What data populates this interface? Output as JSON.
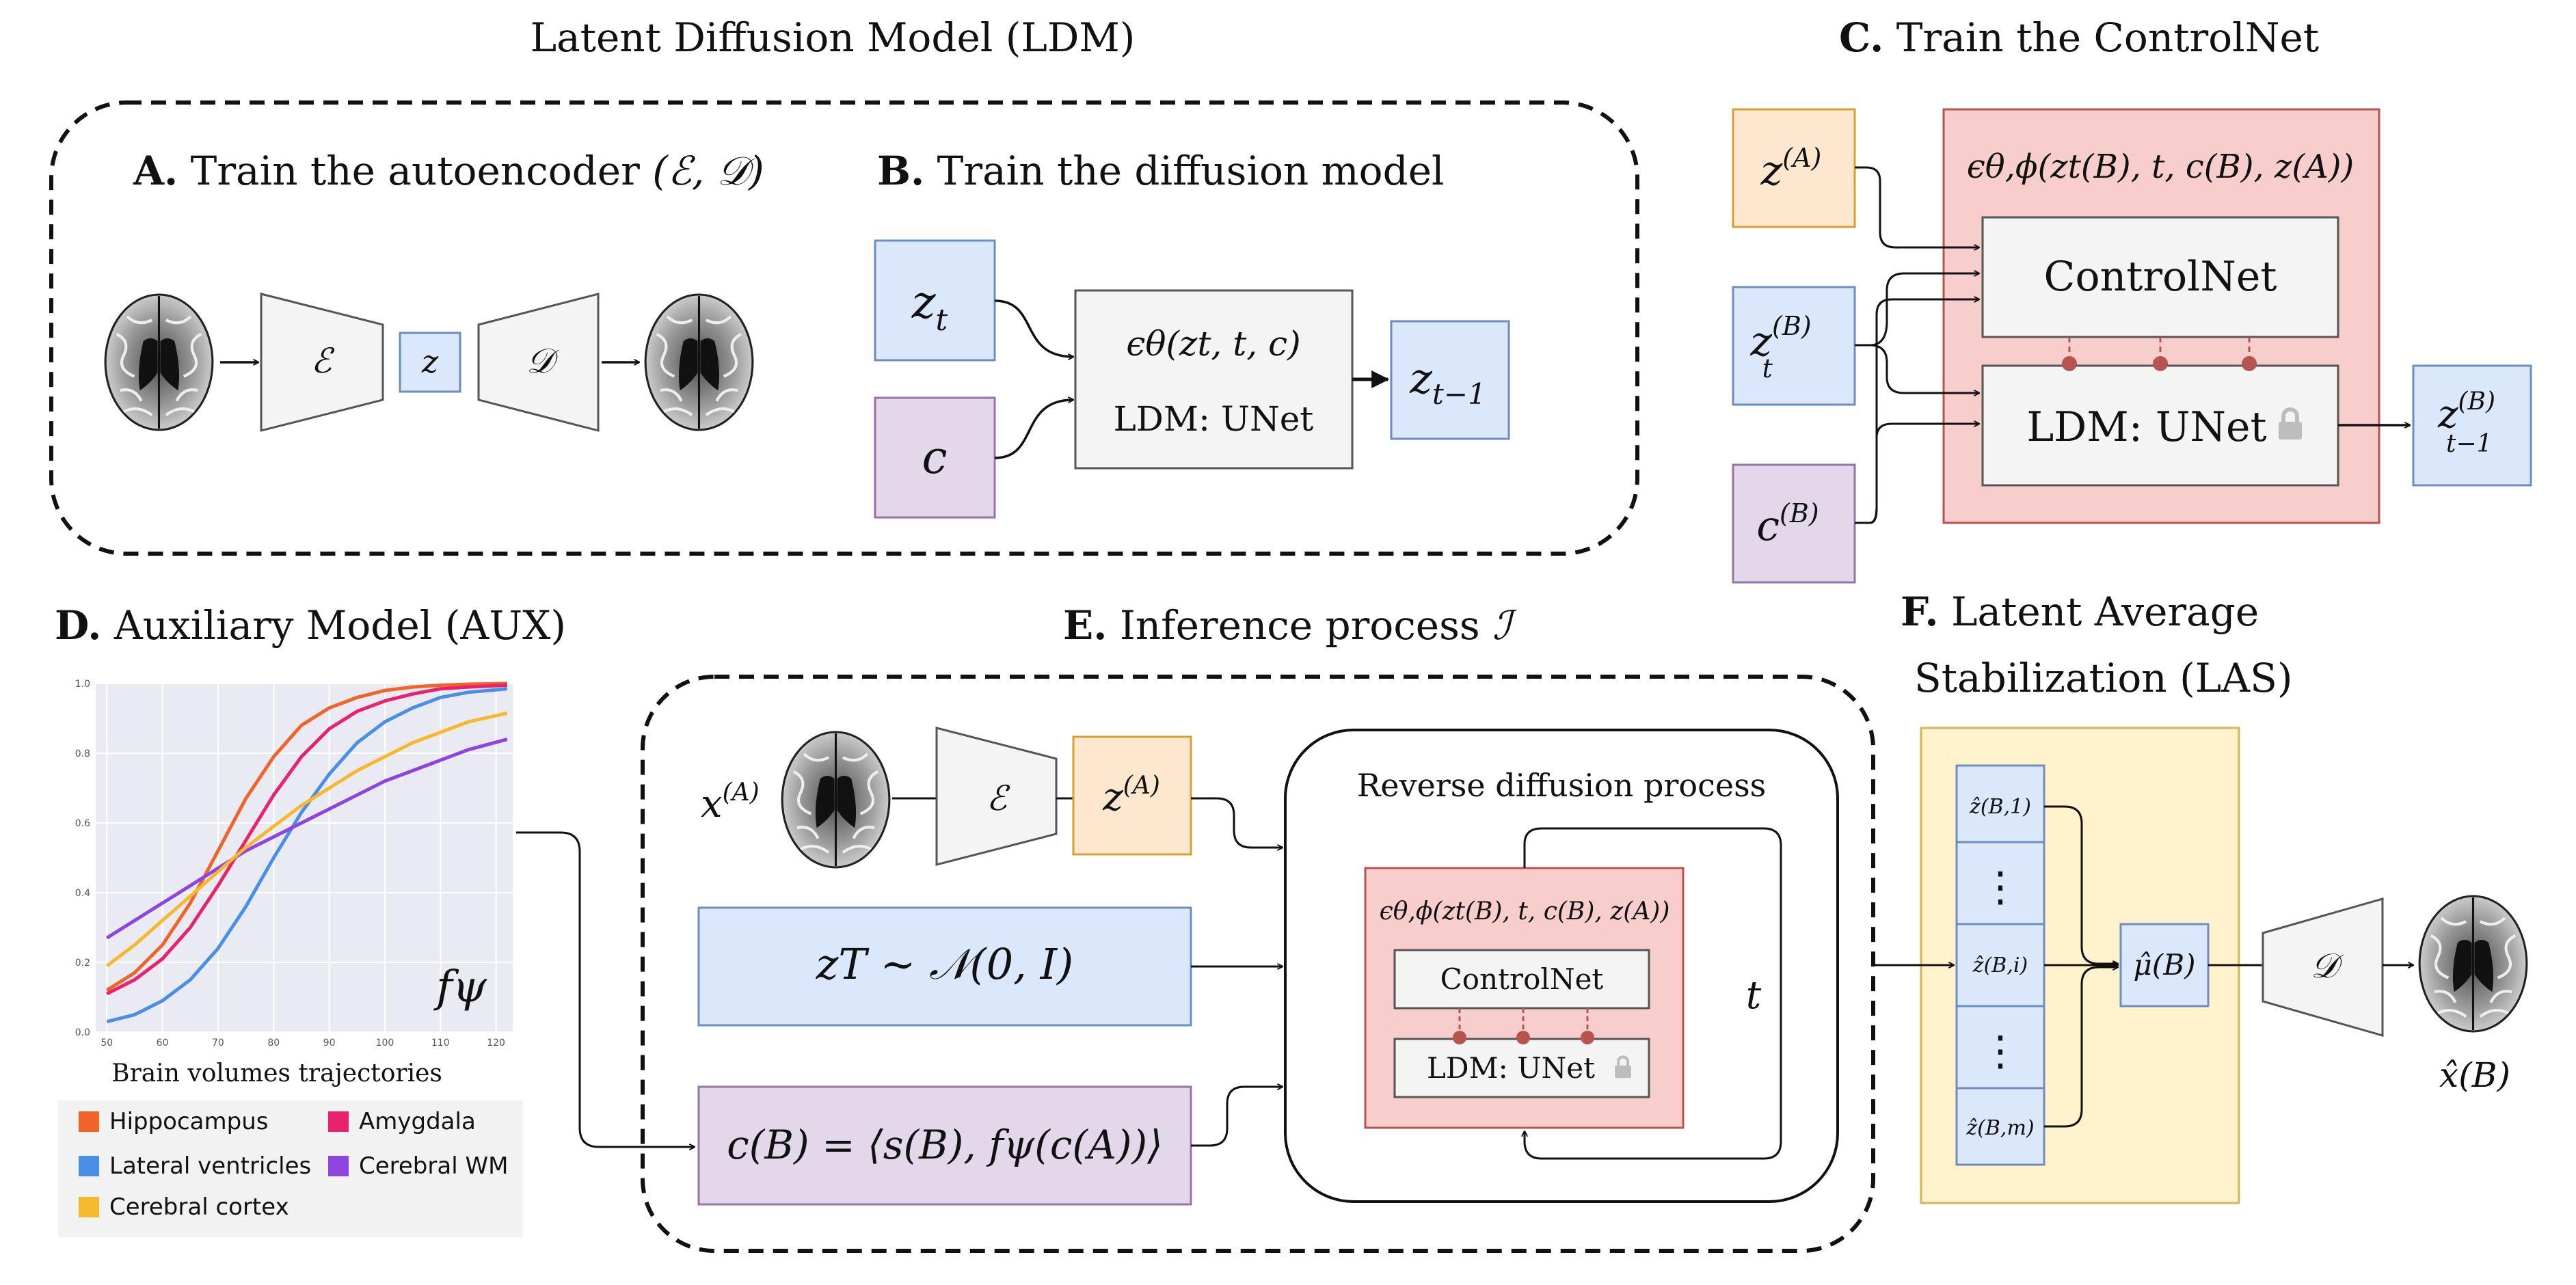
{
  "titles": {
    "ldm": "Latent Diffusion Model (LDM)",
    "a_letter": "A.",
    "a_text": "Train the autoencoder",
    "a_math": "(ℰ, 𝒟)",
    "b_letter": "B.",
    "b_text": "Train the diffusion model",
    "c_letter": "C.",
    "c_text": "Train the ControlNet",
    "d_letter": "D.",
    "d_text": "Auxiliary Model  (AUX)",
    "e_letter": "E.",
    "e_text": "Inference process",
    "e_math": "ℐ",
    "f_letter": "F.",
    "f_text_1": "Latent Average",
    "f_text_2": "Stabilization (LAS)"
  },
  "panel_a": {
    "encoder": "ℰ",
    "latent": "z",
    "decoder": "𝒟"
  },
  "panel_b": {
    "zt": "z",
    "zt_sub": "t",
    "c": "c",
    "unet_formula": "ϵθ(zt, t, c)",
    "unet_label": "LDM: UNet",
    "out": "z",
    "out_sub": "t−1"
  },
  "panel_c": {
    "za": "z",
    "za_sup": "(A)",
    "ztb": "z",
    "ztb_sup": "(B)",
    "ztb_sub": "t",
    "cb": "c",
    "cb_sup": "(B)",
    "formula": "ϵθ,ϕ(zt(B), t, c(B), z(A))",
    "controlnet": "ControlNet",
    "unet": "LDM: UNet",
    "out": "z",
    "out_sup": "(B)",
    "out_sub": "t−1"
  },
  "panel_d": {
    "xlabel": "Brain volumes trajectories",
    "fpsi": "fψ",
    "legend": [
      {
        "name": "Hippocampus",
        "color": "#f0642a"
      },
      {
        "name": "Amygdala",
        "color": "#e8226e"
      },
      {
        "name": "Lateral ventricles",
        "color": "#4a8fe6"
      },
      {
        "name": "Cerebral WM",
        "color": "#8e44e0"
      },
      {
        "name": "Cerebral cortex",
        "color": "#f5b82e"
      }
    ]
  },
  "panel_e": {
    "xa": "x",
    "xa_sup": "(A)",
    "encoder": "ℰ",
    "za": "z",
    "za_sup": "(A)",
    "noise": "zT ∼ 𝒩(0, I)",
    "cond": "c(B) = ⟨s(B), fψ(c(A))⟩",
    "reverse_title": "Reverse diffusion process",
    "formula": "ϵθ,ϕ(zt(B), t, c(B), z(A))",
    "controlnet": "ControlNet",
    "unet": "LDM: UNet",
    "t": "t"
  },
  "panel_f": {
    "s1": "ẑ(B,1)",
    "dots": "⋮",
    "si": "ẑ(B,i)",
    "sm": "ẑ(B,m)",
    "mu": "μ̂(B)",
    "decoder": "𝒟",
    "xb": "x̂(B)"
  },
  "chart_data": {
    "type": "line",
    "xlabel": "Brain volumes trajectories",
    "x_ticks": [
      50,
      60,
      70,
      80,
      90,
      100,
      110,
      120
    ],
    "y_ticks": [
      0.0,
      0.2,
      0.4,
      0.6,
      0.8,
      1.0
    ],
    "xlim": [
      48,
      123
    ],
    "ylim": [
      0,
      1
    ],
    "grid": true,
    "series": [
      {
        "name": "Hippocampus",
        "color": "#f0642a",
        "x": [
          50,
          55,
          60,
          65,
          70,
          75,
          80,
          85,
          90,
          95,
          100,
          105,
          110,
          115,
          122
        ],
        "y": [
          0.12,
          0.17,
          0.25,
          0.37,
          0.52,
          0.67,
          0.79,
          0.88,
          0.93,
          0.96,
          0.98,
          0.99,
          0.995,
          0.998,
          1.0
        ]
      },
      {
        "name": "Amygdala",
        "color": "#e8226e",
        "x": [
          50,
          55,
          60,
          65,
          70,
          75,
          80,
          85,
          90,
          95,
          100,
          105,
          110,
          115,
          122
        ],
        "y": [
          0.11,
          0.15,
          0.21,
          0.3,
          0.42,
          0.55,
          0.68,
          0.79,
          0.87,
          0.92,
          0.95,
          0.97,
          0.985,
          0.99,
          0.995
        ]
      },
      {
        "name": "Lateral ventricles",
        "color": "#4a8fe6",
        "x": [
          50,
          55,
          60,
          65,
          70,
          75,
          80,
          85,
          90,
          95,
          100,
          105,
          110,
          115,
          122
        ],
        "y": [
          0.03,
          0.05,
          0.09,
          0.15,
          0.24,
          0.36,
          0.5,
          0.63,
          0.74,
          0.83,
          0.89,
          0.93,
          0.96,
          0.975,
          0.985
        ]
      },
      {
        "name": "Cerebral WM",
        "color": "#8e44e0",
        "x": [
          50,
          55,
          60,
          65,
          70,
          75,
          80,
          85,
          90,
          95,
          100,
          105,
          110,
          115,
          122
        ],
        "y": [
          0.27,
          0.32,
          0.37,
          0.42,
          0.47,
          0.52,
          0.56,
          0.6,
          0.64,
          0.68,
          0.72,
          0.75,
          0.78,
          0.81,
          0.84
        ]
      },
      {
        "name": "Cerebral cortex",
        "color": "#f5b82e",
        "x": [
          50,
          55,
          60,
          65,
          70,
          75,
          80,
          85,
          90,
          95,
          100,
          105,
          110,
          115,
          122
        ],
        "y": [
          0.19,
          0.25,
          0.32,
          0.39,
          0.46,
          0.53,
          0.59,
          0.65,
          0.7,
          0.75,
          0.79,
          0.83,
          0.86,
          0.89,
          0.915
        ]
      }
    ]
  }
}
